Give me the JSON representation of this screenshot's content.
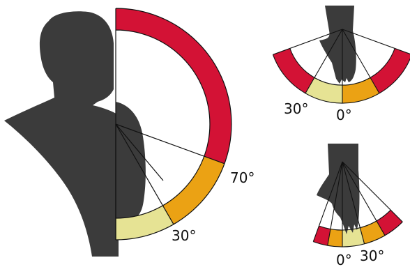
{
  "figures": {
    "side_view": {
      "labels": {
        "mid": "30°",
        "high": "70°"
      }
    },
    "wrist_top": {
      "labels": {
        "left": "30°",
        "center": "0°"
      }
    },
    "wrist_bottom": {
      "labels": {
        "center": "0°",
        "right": "30°"
      }
    }
  },
  "colors": {
    "red": "#D31235",
    "orange": "#EBA214",
    "yellow": "#E6E394",
    "silhouette": "#3B3B3B",
    "line": "#111111"
  }
}
